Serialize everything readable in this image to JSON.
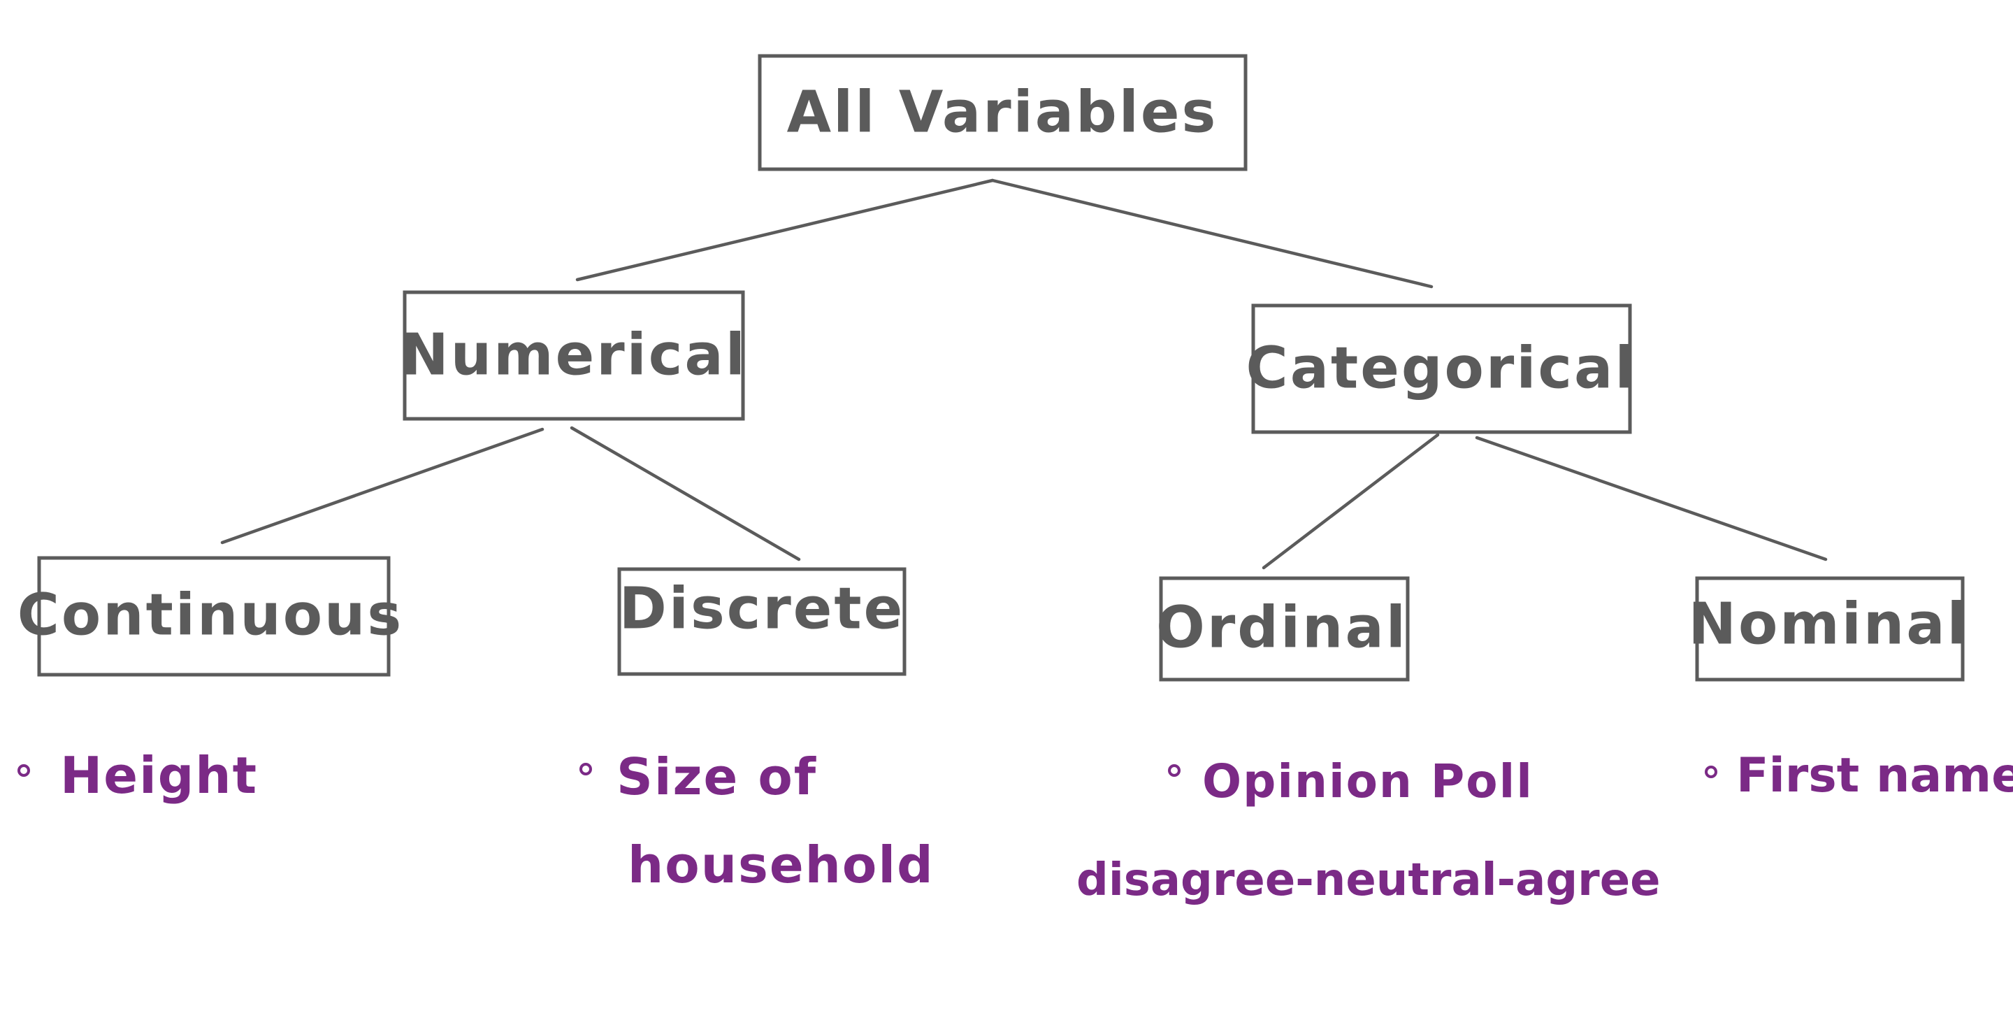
{
  "nodes": {
    "root": {
      "label": "All Variables"
    },
    "numerical": {
      "label": "Numerical"
    },
    "categorical": {
      "label": "Categorical"
    },
    "continuous": {
      "label": "Continuous"
    },
    "discrete": {
      "label": "Discrete"
    },
    "ordinal": {
      "label": "Ordinal"
    },
    "nominal": {
      "label": "Nominal"
    }
  },
  "examples": {
    "continuous": [
      "Height"
    ],
    "discrete": [
      "Size of",
      "household"
    ],
    "ordinal": [
      "Opinion Poll",
      "disagree-neutral-agree"
    ],
    "nominal": [
      "First name"
    ]
  },
  "colors": {
    "structure": "#5b5b5b",
    "examples": "#7b2a86",
    "background": "#ffffff"
  }
}
